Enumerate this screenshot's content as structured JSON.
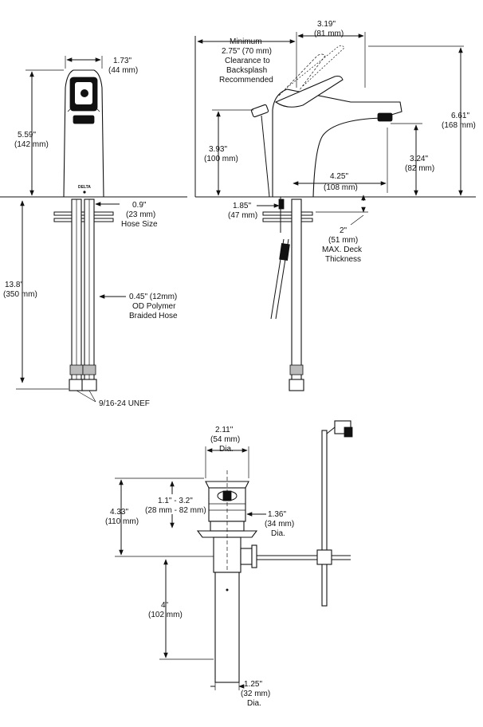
{
  "brand": "DELTA",
  "front_view": {
    "width": "1.73\"",
    "width_mm": "(44 mm)",
    "height": "5.59\"",
    "height_mm": "(142 mm)",
    "hose_size": "0.9\"",
    "hose_size_mm": "(23 mm)",
    "hose_size_label": "Hose Size",
    "hose_length": "13.8\"",
    "hose_length_mm": "(350 mm)",
    "hose_od": "0.45\" (12mm)",
    "hose_od_line2": "OD Polymer",
    "hose_od_line3": "Braided Hose",
    "thread": "9/16-24 UNEF"
  },
  "side_view": {
    "clearance_line1": "Minimum",
    "clearance_line2": "2.75\" (70 mm)",
    "clearance_line3": "Clearance to",
    "clearance_line4": "Backsplash",
    "clearance_line5": "Recommended",
    "handle_reach": "3.19\"",
    "handle_reach_mm": "(81 mm)",
    "total_height": "6.61\"",
    "total_height_mm": "(168 mm)",
    "lift_rod_height": "3.93\"",
    "lift_rod_height_mm": "(100 mm)",
    "spout_height": "3.24\"",
    "spout_height_mm": "(82 mm)",
    "spout_reach": "4.25\"",
    "spout_reach_mm": "(108 mm)",
    "shank_offset": "1.85\"",
    "shank_offset_mm": "(47 mm)",
    "deck_max": "2\"",
    "deck_max_mm": "(51 mm)",
    "deck_label1": "MAX. Deck",
    "deck_label2": "Thickness"
  },
  "drain_view": {
    "flange_dia": "2.11\"",
    "flange_dia_mm": "(54 mm)",
    "flange_dia_label": "Dia.",
    "overall": "4.33\"",
    "overall_mm": "(110 mm)",
    "range": "1.1\" - 3.2\"",
    "range_mm": "(28 mm - 82 mm)",
    "body_dia": "1.36\"",
    "body_dia_mm": "(34 mm)",
    "body_dia_label": "Dia.",
    "tail_len": "4\"",
    "tail_len_mm": "(102 mm)",
    "tail_dia": "1.25\"",
    "tail_dia_mm": "(32 mm)",
    "tail_dia_label": "Dia."
  }
}
